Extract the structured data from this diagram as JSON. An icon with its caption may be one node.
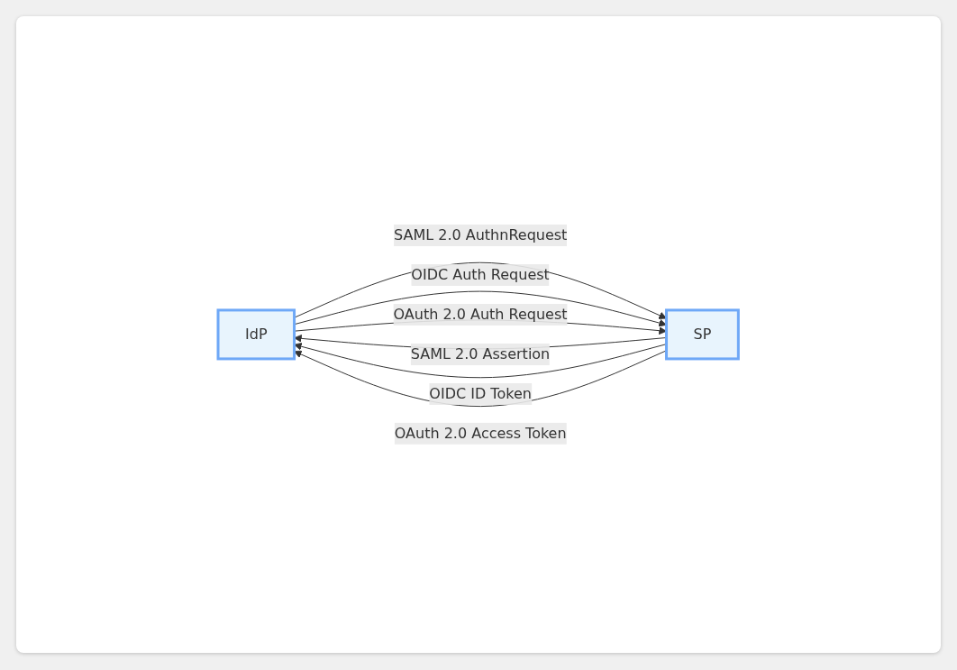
{
  "diagram": {
    "nodes": [
      {
        "text": [
          "IdP"
        ]
      },
      {
        "text": [
          "SP"
        ]
      }
    ],
    "edges": [
      {
        "from": 0,
        "to": 1,
        "arrow": "to",
        "label": "SAML 2.0 AuthnRequest"
      },
      {
        "from": 0,
        "to": 1,
        "arrow": "to",
        "label": "OIDC Auth Request"
      },
      {
        "from": 0,
        "to": 1,
        "arrow": "to",
        "label": "OAuth 2.0 Auth Request"
      },
      {
        "from": 1,
        "to": 0,
        "arrow": "to",
        "label": "SAML 2.0 Assertion"
      },
      {
        "from": 1,
        "to": 0,
        "arrow": "to",
        "label": "OIDC ID Token"
      },
      {
        "from": 1,
        "to": 0,
        "arrow": "to",
        "label": "OAuth 2.0 Access Token"
      }
    ]
  }
}
